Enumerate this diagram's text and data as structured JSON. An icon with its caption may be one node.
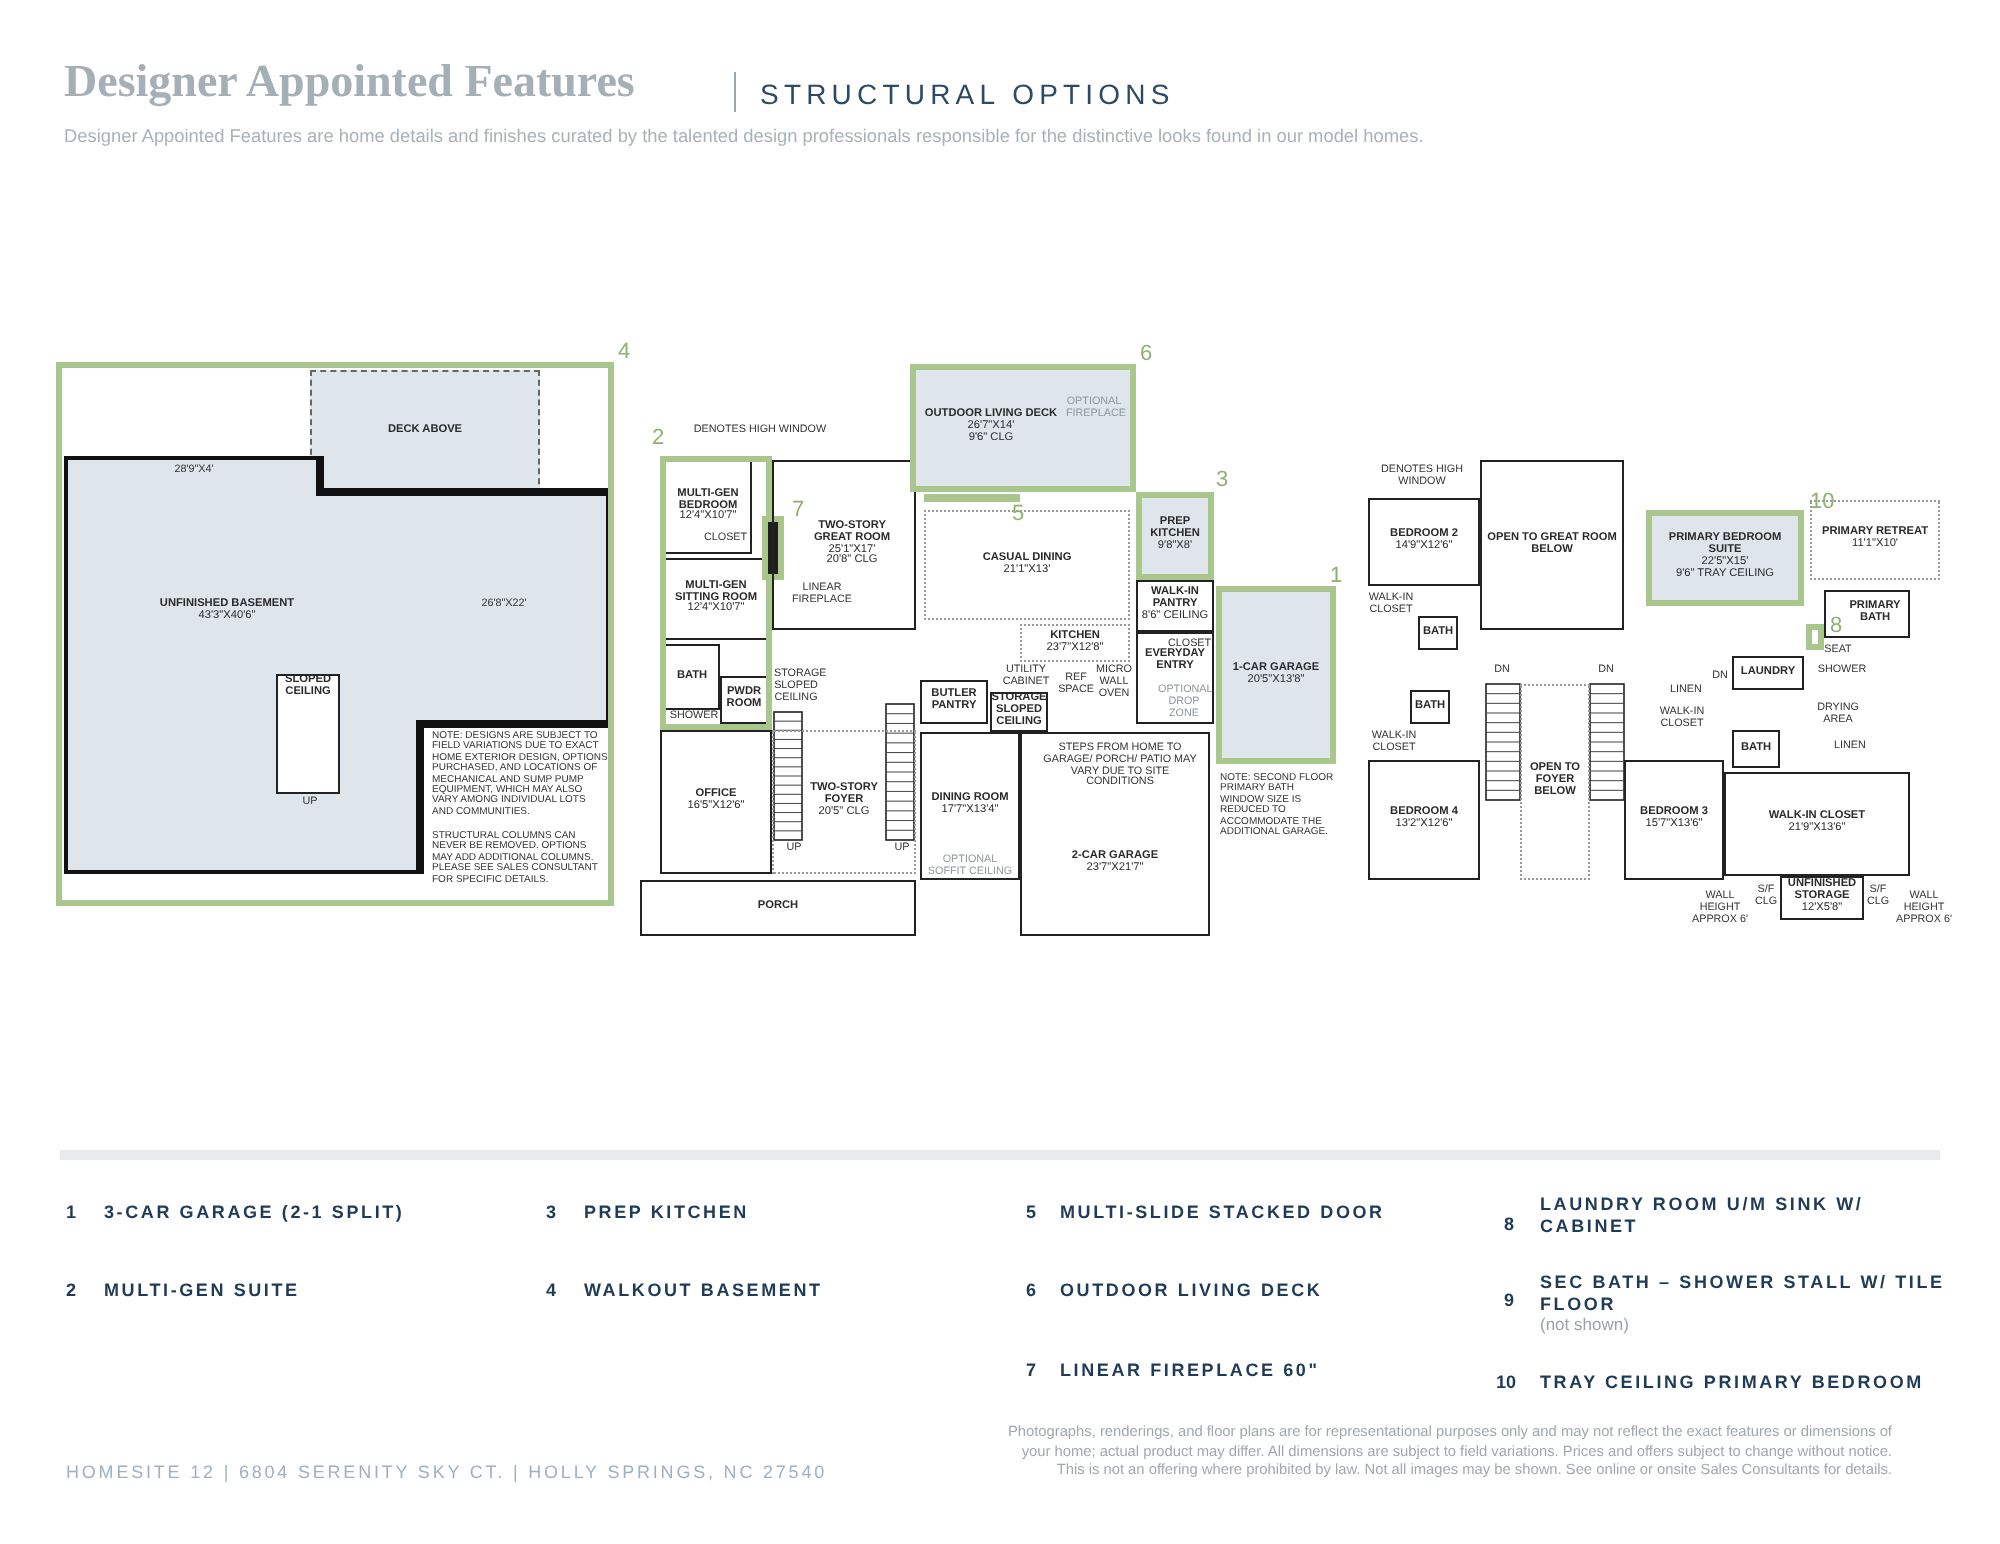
{
  "diagram": {
    "title": "Designer Appointed Features",
    "nodes": [
      {
        "text": [],
        "shape": "box",
        "beside": [
          "4"
        ]
      },
      {
        "text": [
          "DECK ABOVE"
        ],
        "in": 0
      },
      {
        "text": [
          "UNFINISHED BASEMENT",
          "43'3\"X40'6\""
        ],
        "in": 0
      },
      {
        "text": [
          "SLOPED CEILING"
        ],
        "in": 2
      },
      {
        "text": [],
        "shape": "box",
        "beside": [
          "2"
        ]
      },
      {
        "text": [
          "MULTI-GEN BEDROOM",
          "12'4\"X10'7\""
        ],
        "in": 4
      },
      {
        "text": [
          "MULTI-GEN SITTING ROOM",
          "12'4\"X10'7\""
        ],
        "in": 4
      },
      {
        "text": [
          "BATH"
        ],
        "in": 4
      },
      {
        "text": [
          "PWDR ROOM"
        ],
        "in": 4
      },
      {
        "text": [],
        "shape": "box",
        "beside": [
          "7"
        ]
      },
      {
        "text": [
          "TWO-STORY GREAT ROOM",
          "25'1\"X17'",
          "20'8\" CLG"
        ]
      },
      {
        "text": [
          "OUTDOOR LIVING DECK",
          "26'7\"X14'",
          "9'6\" CLG"
        ],
        "beside": [
          "6"
        ]
      },
      {
        "text": [],
        "shape": "bar",
        "beside": [
          "5"
        ]
      },
      {
        "text": [
          "CASUAL DINING",
          "21'1\"X13'"
        ]
      },
      {
        "text": [
          "PREP KITCHEN",
          "9'8\"X8'"
        ],
        "beside": [
          "3"
        ]
      },
      {
        "text": [
          "WALK-IN PANTRY",
          "8'6\" CEILING"
        ]
      },
      {
        "text": [
          "KITCHEN",
          "23'7\"X12'8\""
        ]
      },
      {
        "text": [
          "EVERYDAY ENTRY"
        ]
      },
      {
        "text": [
          "1-CAR GARAGE",
          "20'5\"X13'8\""
        ],
        "beside": [
          "1"
        ]
      },
      {
        "text": [
          "BUTLER PANTRY"
        ]
      },
      {
        "text": [
          "STORAGE SLOPED CEILING"
        ]
      },
      {
        "text": [
          "OFFICE",
          "16'5\"X12'6\""
        ]
      },
      {
        "text": [
          "TWO-STORY FOYER",
          "20'5\" CLG"
        ]
      },
      {
        "text": [
          "DINING ROOM",
          "17'7\"X13'4\""
        ]
      },
      {
        "text": [
          "2-CAR GARAGE",
          "23'7\"X21'7\""
        ]
      },
      {
        "text": [
          "PORCH"
        ]
      },
      {
        "text": [
          "BEDROOM 2",
          "14'9\"X12'6\""
        ]
      },
      {
        "text": [
          "BATH"
        ]
      },
      {
        "text": [
          "BATH"
        ]
      },
      {
        "text": [
          "BEDROOM 4",
          "13'2\"X12'6\""
        ]
      },
      {
        "text": [
          "OPEN TO GREAT ROOM BELOW"
        ]
      },
      {
        "text": [
          "OPEN TO FOYER BELOW"
        ]
      },
      {
        "text": [
          "PRIMARY BEDROOM SUITE",
          "22'5\"X15'",
          "9'6\" TRAY CEILING"
        ],
        "beside": [
          "10"
        ]
      },
      {
        "text": [
          "PRIMARY RETREAT",
          "11'1\"X10'"
        ]
      },
      {
        "text": [
          "PRIMARY BATH"
        ]
      },
      {
        "text": [],
        "shape": "box",
        "beside": [
          "8"
        ]
      },
      {
        "text": [
          "LAUNDRY"
        ]
      },
      {
        "text": [
          "BEDROOM 3",
          "15'7\"X13'6\""
        ]
      },
      {
        "text": [
          "BATH"
        ]
      },
      {
        "text": [
          "WALK-IN CLOSET",
          "21'9\"X13'6\""
        ]
      },
      {
        "text": [
          "UNFINISHED STORAGE",
          "12'X5'8\""
        ]
      }
    ],
    "labels": [
      "STRUCTURAL OPTIONS",
      "Designer Appointed Features are home details and finishes curated by the talented design professionals responsible for the distinctive looks found in our model homes.",
      "28'9\"X4'",
      "26'8\"X22'",
      "UP",
      "NOTE: DESIGNS ARE SUBJECT TO FIELD VARIATIONS DUE TO EXACT HOME EXTERIOR DESIGN, OPTIONS PURCHASED, AND LOCATIONS OF MECHANICAL AND SUMP PUMP EQUIPMENT, WHICH MAY ALSO VARY AMONG INDIVIDUAL LOTS AND COMMUNITIES.",
      "STRUCTURAL COLUMNS CAN NEVER BE REMOVED. OPTIONS MAY ADD ADDITIONAL COLUMNS. PLEASE SEE SALES CONSULTANT FOR SPECIFIC DETAILS.",
      "DENOTES HIGH WINDOW",
      "CLOSET",
      "LINEAR FIREPLACE",
      "OPTIONAL FIREPLACE",
      "CLOSET",
      "UTILITY CABINET",
      "REF SPACE",
      "MICRO WALL OVEN",
      "OPTIONAL DROP ZONE",
      "SHOWER",
      "STORAGE SLOPED CEILING",
      "UP",
      "UP",
      "STEPS FROM HOME TO GARAGE/ PORCH/ PATIO MAY VARY DUE TO SITE CONDITIONS",
      "NOTE: SECOND FLOOR PRIMARY BATH WINDOW SIZE IS REDUCED TO ACCOMMODATE THE ADDITIONAL GARAGE.",
      "OPTIONAL SOFFIT CEILING",
      "DENOTES HIGH WINDOW",
      "WALK-IN CLOSET",
      "WALK-IN CLOSET",
      "DN",
      "DN",
      "DN",
      "LINEN",
      "WALK-IN CLOSET",
      "SEAT",
      "SHOWER",
      "DRYING AREA",
      "LINEN",
      "S/F CLG",
      "S/F CLG",
      "WALL HEIGHT APPROX 6'",
      "WALL HEIGHT APPROX 6'",
      "1",
      "3-CAR GARAGE (2-1 SPLIT)",
      "3",
      "PREP KITCHEN",
      "5",
      "MULTI-SLIDE STACKED DOOR",
      "8",
      "LAUNDRY ROOM U/M SINK W/ CABINET",
      "2",
      "MULTI-GEN SUITE",
      "4",
      "WALKOUT BASEMENT",
      "6",
      "OUTDOOR LIVING DECK",
      "9",
      "SEC BATH – SHOWER STALL W/ TILE FLOOR",
      "(not shown)",
      "7",
      "LINEAR FIREPLACE 60\"",
      "10",
      "TRAY CEILING PRIMARY BEDROOM",
      "HOMESITE 12 | 6804 SERENITY SKY CT. | HOLLY SPRINGS, NC 27540",
      "Photographs, renderings, and floor plans are for representational purposes only and may not reflect the exact features or dimensions of your home; actual product may differ. All dimensions are subject to field variations. Prices and offers subject to change without notice. This is not an offering where prohibited by law. Not all images may be shown. See online or onsite Sales Consultants for details."
    ]
  }
}
